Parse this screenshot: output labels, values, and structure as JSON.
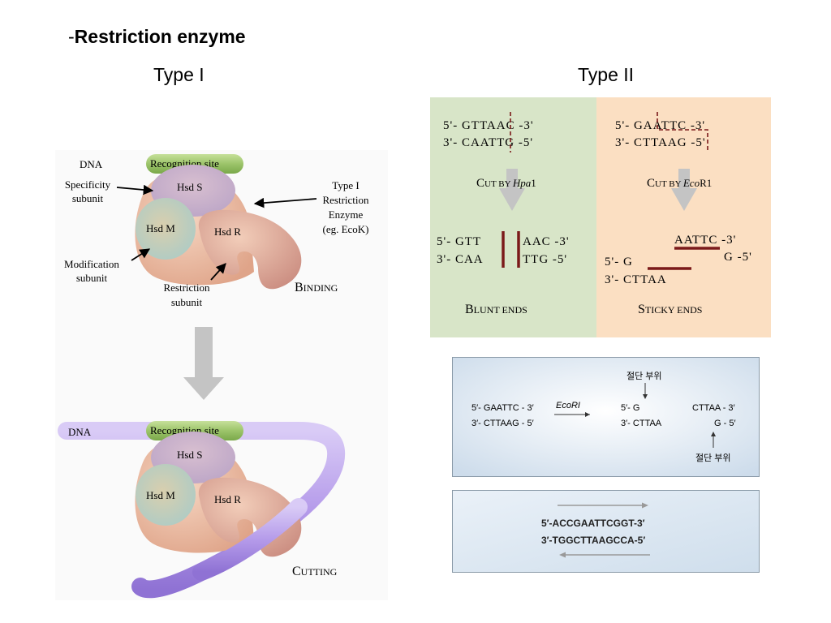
{
  "slide": {
    "title_dash": "-",
    "title": "Restriction enzyme",
    "type1_heading": "Type I",
    "type2_heading": "Type II"
  },
  "type1": {
    "binding": {
      "dna": "DNA",
      "recognition_site": "Recognition site",
      "hsd_s": "Hsd S",
      "hsd_m": "Hsd M",
      "hsd_r": "Hsd R",
      "specificity_l1": "Specificity",
      "specificity_l2": "subunit",
      "modification_l1": "Modification",
      "modification_l2": "subunit",
      "restriction_l1": "Restriction",
      "restriction_l2": "subunit",
      "enzyme_l1": "Type I",
      "enzyme_l2": "Restriction",
      "enzyme_l3": "Enzyme",
      "enzyme_l4": "(eg. EcoK)",
      "caption_initial": "B",
      "caption_rest": "INDING"
    },
    "cutting": {
      "dna": "DNA",
      "recognition_site": "Recognition site",
      "hsd_s": "Hsd S",
      "hsd_m": "Hsd M",
      "hsd_r": "Hsd R",
      "caption_initial": "C",
      "caption_rest": "UTTING"
    }
  },
  "type2": {
    "blunt": {
      "top_strand": "5'- GTTAAC -3'",
      "bottom_strand": "3'- CAATTG -5'",
      "cut_initial": "C",
      "cut_rest": "UT BY ",
      "enzyme_italic": "Hpa",
      "enzyme_suffix": "1",
      "left_top": "5'- GTT",
      "left_bottom": "3'- CAA",
      "right_top": "AAC -3'",
      "right_bottom": "TTG -5'",
      "caption_initial": "B",
      "caption_rest": "LUNT ENDS"
    },
    "sticky": {
      "top_strand": "5'- GAATTC -3'",
      "bottom_strand": "3'- CTTAAG -5'",
      "cut_initial": "C",
      "cut_rest": "UT BY ",
      "enzyme_italic": "Eco",
      "enzyme_suffix": "R1",
      "right_top": "AATTC -3'",
      "right_bottom": "G -5'",
      "left_top": "5'- G",
      "left_bottom": "3'- CTTAA",
      "caption_initial": "S",
      "caption_rest": "TICKY ENDS"
    },
    "ecori_panel": {
      "orig_top": "5′- GAATTC - 3′",
      "orig_bottom": "3′- CTTAAG - 5′",
      "enzyme": "EcoRI",
      "frag1_top": "5′- G",
      "frag1_bottom": "3′- CTTAA",
      "frag2_top": "CTTAA - 3′",
      "frag2_bottom": "G - 5′",
      "cut_site_top": "절단 부위",
      "cut_site_bottom": "절단 부위"
    },
    "palindrome_panel": {
      "top": "5′-ACCGAATTCGGT-3′",
      "bottom": "3′-TGGCTTAAGCCA-5′"
    }
  },
  "colors": {
    "dna_purple": "#b59bea",
    "recognition_green": "#9cc46a",
    "enzyme_body": "#e8b79b",
    "hsd_s": "#c7a6b8",
    "hsd_m": "#a7c7c0",
    "hsd_r": "#d9a08e",
    "arrow_gray": "#c4c4c4",
    "blunt_bg": "#d8e5c8",
    "sticky_bg": "#fbdfc2",
    "cut_line": "#7b1a1a",
    "panel_blue": "#dfe9f3"
  }
}
